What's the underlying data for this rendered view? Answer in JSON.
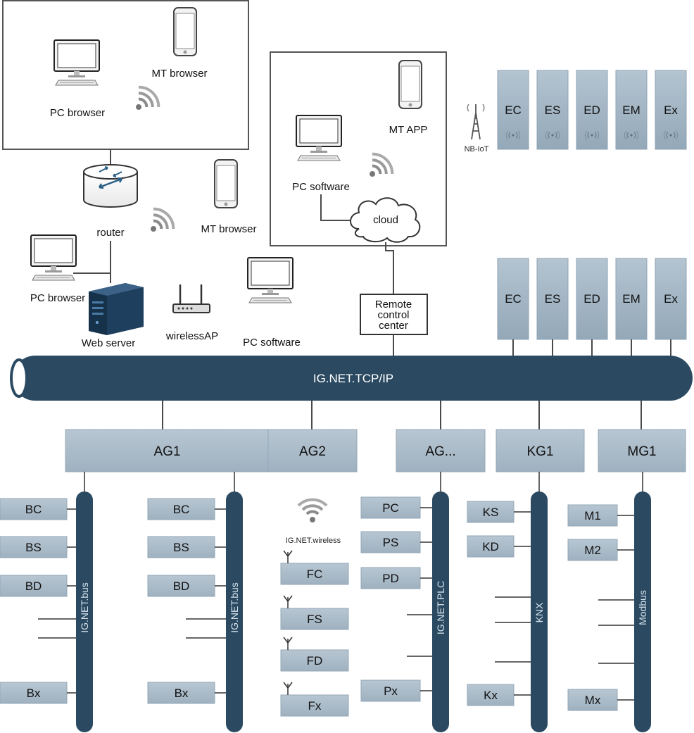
{
  "colors": {
    "bus_dark": "#2b4a62",
    "box_fill": "#aebdca",
    "box_light": "#b9c8d4",
    "line": "#4a4a4a",
    "frame": "#555555"
  },
  "web_access": {
    "mt_browser": "MT browser",
    "pc_browser": "PC browser",
    "router": "router",
    "mt_browser_2": "MT browser",
    "pc_browser_2": "PC browser",
    "web_server": "Web server",
    "wireless_ap": "wirelessAP",
    "pc_software": "PC software"
  },
  "remote": {
    "mt_app": "MT APP",
    "pc_software": "PC software",
    "cloud": "cloud",
    "center_line1": "Remote",
    "center_line2": "control",
    "center_line3": "center"
  },
  "nbiot": {
    "label": "NB-IoT",
    "devices": [
      "EC",
      "ES",
      "ED",
      "EM",
      "Ex"
    ]
  },
  "ethernet_devices": [
    "EC",
    "ES",
    "ED",
    "EM",
    "Ex"
  ],
  "main_bus": "IG.NET.TCP/IP",
  "gateways": [
    "AG1",
    "AG2",
    "AG...",
    "KG1",
    "MG1"
  ],
  "bus1": {
    "label": "IG.NET.bus",
    "devices": [
      "BC",
      "BS",
      "BD",
      "Bx"
    ]
  },
  "bus2": {
    "label": "IG.NET.bus",
    "devices": [
      "BC",
      "BS",
      "BD",
      "Bx"
    ]
  },
  "wireless": {
    "label": "IG.NET.wireless",
    "devices": [
      "FC",
      "FS",
      "FD",
      "Fx"
    ]
  },
  "plc": {
    "label": "IG.NET.PLC",
    "devices": [
      "PC",
      "PS",
      "PD",
      "Px"
    ]
  },
  "knx": {
    "label": "KNX",
    "devices": [
      "KS",
      "KD",
      "Kx"
    ]
  },
  "modbus": {
    "label": "Modbus",
    "devices": [
      "M1",
      "M2",
      "Mx"
    ]
  }
}
